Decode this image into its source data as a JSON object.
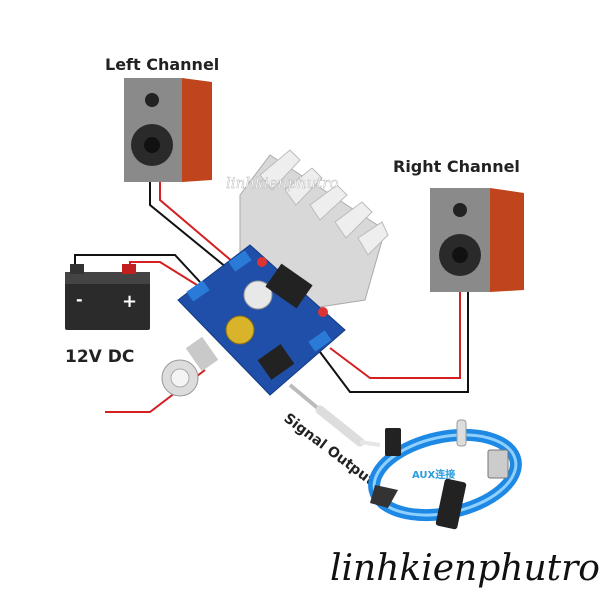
{
  "labels": {
    "left_channel": "Left Channel",
    "right_channel": "Right Channel",
    "power": "12V DC",
    "signal_output": "Signal Output",
    "aux": "AUX连接",
    "battery_minus": "-",
    "battery_plus": "+"
  },
  "watermark": {
    "center": "linhkienphutro",
    "bottom": "linhkienphutro"
  },
  "colors": {
    "wire_red": "#d42020",
    "wire_black": "#111111",
    "pcb_blue": "#1f4fa8",
    "speaker_wood": "#c0451c",
    "ring_blue": "#1e88e5"
  }
}
